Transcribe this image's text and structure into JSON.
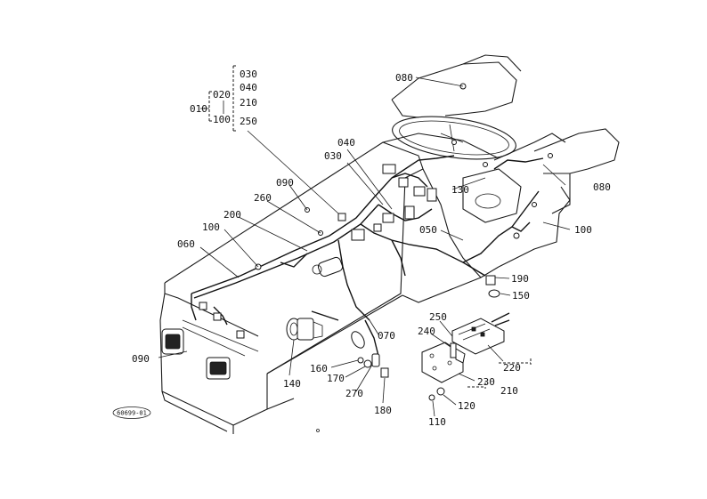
{
  "labels": {
    "l010": "010",
    "l020": "020",
    "l100a": "100",
    "l030a": "030",
    "l040a": "040",
    "l210a": "210",
    "l250a": "250",
    "l080a": "080",
    "l080b": "080",
    "l040b": "040",
    "l030b": "030",
    "l090a": "090",
    "l260": "260",
    "l200": "200",
    "l100b": "100",
    "l060": "060",
    "l130": "130",
    "l050": "050",
    "l100c": "100",
    "l190": "190",
    "l150": "150",
    "l250b": "250",
    "l240": "240",
    "l220": "220",
    "l070": "070",
    "l090b": "090",
    "l140": "140",
    "l160": "160",
    "l170": "170",
    "l270": "270",
    "l180": "180",
    "l230": "230",
    "l210b": "210",
    "l120": "120",
    "l110": "110"
  },
  "drawing_code": "60699-01"
}
